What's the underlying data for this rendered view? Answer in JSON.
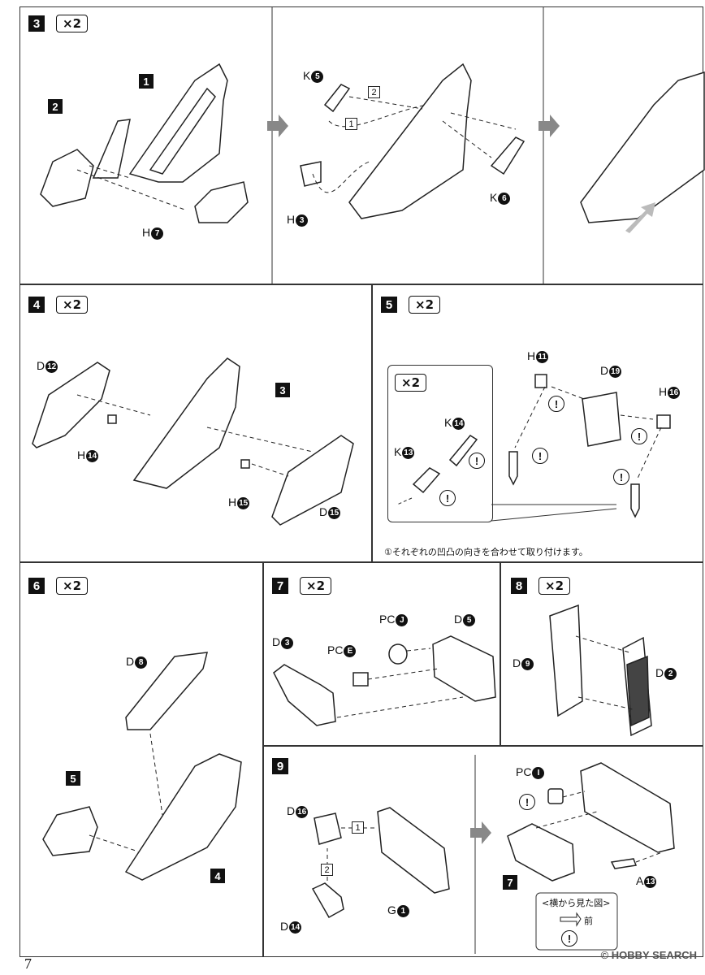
{
  "page_number": "7",
  "watermark": "© HOBBY SEARCH",
  "steps": {
    "s3": {
      "num": "3",
      "times": "×2"
    },
    "s4": {
      "num": "4",
      "times": "×2"
    },
    "s5": {
      "num": "5",
      "times": "×2",
      "inset_times": "×2",
      "note": "①それぞれの凹凸の向きを合わせて取り付けます。"
    },
    "s6": {
      "num": "6",
      "times": "×2"
    },
    "s7": {
      "num": "7",
      "times": "×2"
    },
    "s8": {
      "num": "8",
      "times": "×2"
    },
    "s9": {
      "num": "9",
      "side_view": "<横から見た図>",
      "front": "前"
    }
  },
  "labels": {
    "s3_p1": "1",
    "s3_p2": "2",
    "s3_H": "H",
    "s3_H_n": "7",
    "s3_K1": "K",
    "s3_K1_n": "5",
    "s3_K2": "K",
    "s3_K2_n": "6",
    "s3_H2": "H",
    "s3_H2_n": "3",
    "s3_o1": "1",
    "s3_o2": "2",
    "s4_D1": "D",
    "s4_D1_n": "12",
    "s4_H1": "H",
    "s4_H1_n": "14",
    "s4_ref": "3",
    "s4_H2": "H",
    "s4_H2_n": "15",
    "s4_D2": "D",
    "s4_D2_n": "15",
    "s5_H1": "H",
    "s5_H1_n": "11",
    "s5_D": "D",
    "s5_D_n": "19",
    "s5_H2": "H",
    "s5_H2_n": "16",
    "s5_K1": "K",
    "s5_K1_n": "14",
    "s5_K2": "K",
    "s5_K2_n": "13",
    "s6_D": "D",
    "s6_D_n": "8",
    "s6_ref5": "5",
    "s6_ref4": "4",
    "s7_D1": "D",
    "s7_D1_n": "3",
    "s7_PC1": "PC",
    "s7_PC1_n": "E",
    "s7_PC2": "PC",
    "s7_PC2_n": "J",
    "s7_D2": "D",
    "s7_D2_n": "5",
    "s8_D1": "D",
    "s8_D1_n": "9",
    "s8_D2": "D",
    "s8_D2_n": "2",
    "s9_D1": "D",
    "s9_D1_n": "16",
    "s9_D2": "D",
    "s9_D2_n": "14",
    "s9_G": "G",
    "s9_G_n": "1",
    "s9_PC": "PC",
    "s9_PC_n": "I",
    "s9_A": "A",
    "s9_A_n": "13",
    "s9_ref7": "7",
    "s9_o1": "1",
    "s9_o2": "2",
    "warn": "!"
  }
}
